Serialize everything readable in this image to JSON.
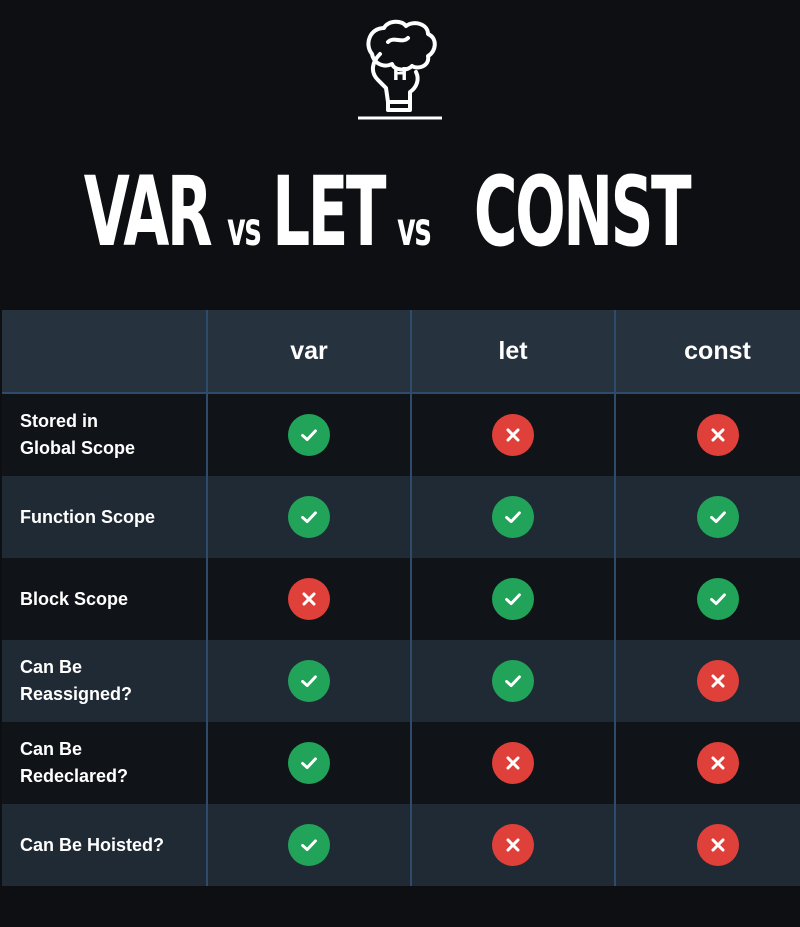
{
  "header": {
    "logo_icon": "brain-lightbulb-logo-icon",
    "logo_letter": "H",
    "title_parts": [
      "VAR",
      "vs",
      "LET",
      "vs",
      "CONST"
    ]
  },
  "table": {
    "columns": [
      "var",
      "let",
      "const"
    ],
    "rows": [
      {
        "label": "Stored in\nGlobal Scope",
        "values": [
          true,
          false,
          false
        ]
      },
      {
        "label": "Function Scope",
        "values": [
          true,
          true,
          true
        ]
      },
      {
        "label": "Block Scope",
        "values": [
          false,
          true,
          true
        ]
      },
      {
        "label": "Can Be\nReassigned?",
        "values": [
          true,
          true,
          false
        ]
      },
      {
        "label": "Can Be\nRedeclared?",
        "values": [
          true,
          false,
          false
        ]
      },
      {
        "label": "Can Be Hoisted?",
        "values": [
          true,
          false,
          false
        ]
      }
    ]
  },
  "icons": {
    "yes": "check-circle-icon",
    "no": "x-circle-icon"
  },
  "colors": {
    "background": "#0d0f12",
    "header_row": "#26323d",
    "row_dark": "#101317",
    "row_light": "#202a34",
    "grid_line": "#2e4b6b",
    "check_green": "#22a35a",
    "cross_red": "#e0403a"
  }
}
